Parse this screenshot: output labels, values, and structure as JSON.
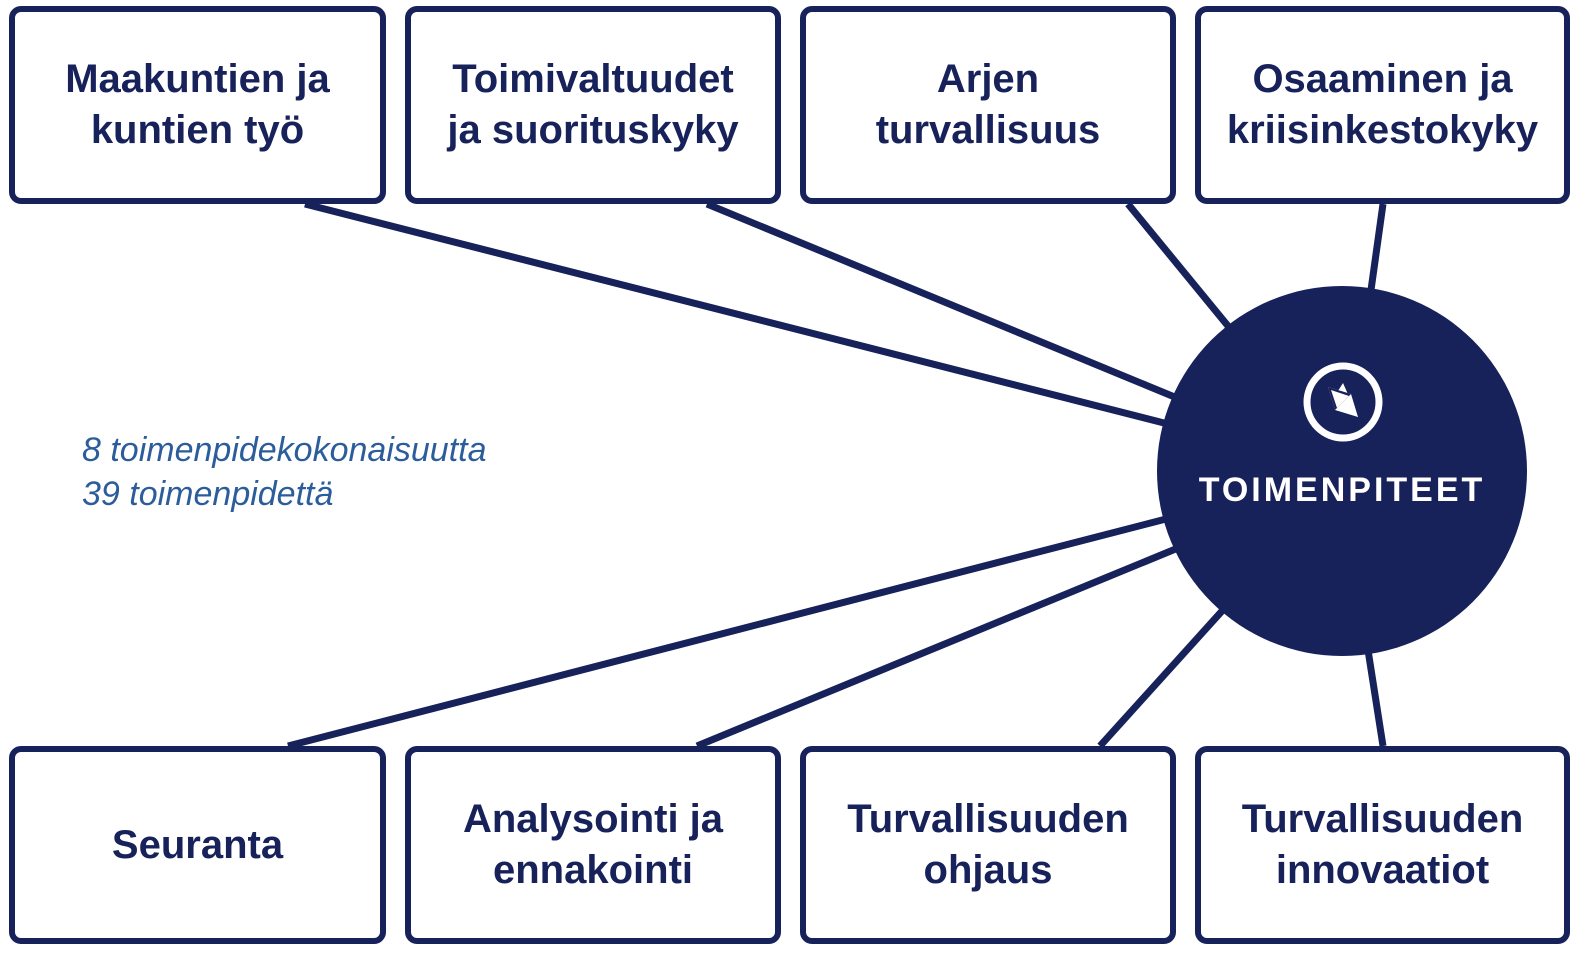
{
  "diagram": {
    "hub": {
      "label": "TOIMENPITEET",
      "icon": "compass-icon"
    },
    "summary": {
      "line1": "8 toimenpidekokonaisuutta",
      "line2": "39 toimenpidettä"
    },
    "top_boxes": [
      {
        "label": "Maakuntien ja\nkuntien työ"
      },
      {
        "label": "Toimivaltuudet\nja suorituskyky"
      },
      {
        "label": "Arjen\nturvallisuus"
      },
      {
        "label": "Osaaminen ja\nkriisinkestokyky"
      }
    ],
    "bottom_boxes": [
      {
        "label": "Seuranta"
      },
      {
        "label": "Analysointi ja\nennakointi"
      },
      {
        "label": "Turvallisuuden\nohjaus"
      },
      {
        "label": "Turvallisuuden\ninnovaatiot"
      }
    ],
    "colors": {
      "primary": "#17215a",
      "summary_text": "#2c5d9b",
      "background": "#ffffff"
    }
  }
}
